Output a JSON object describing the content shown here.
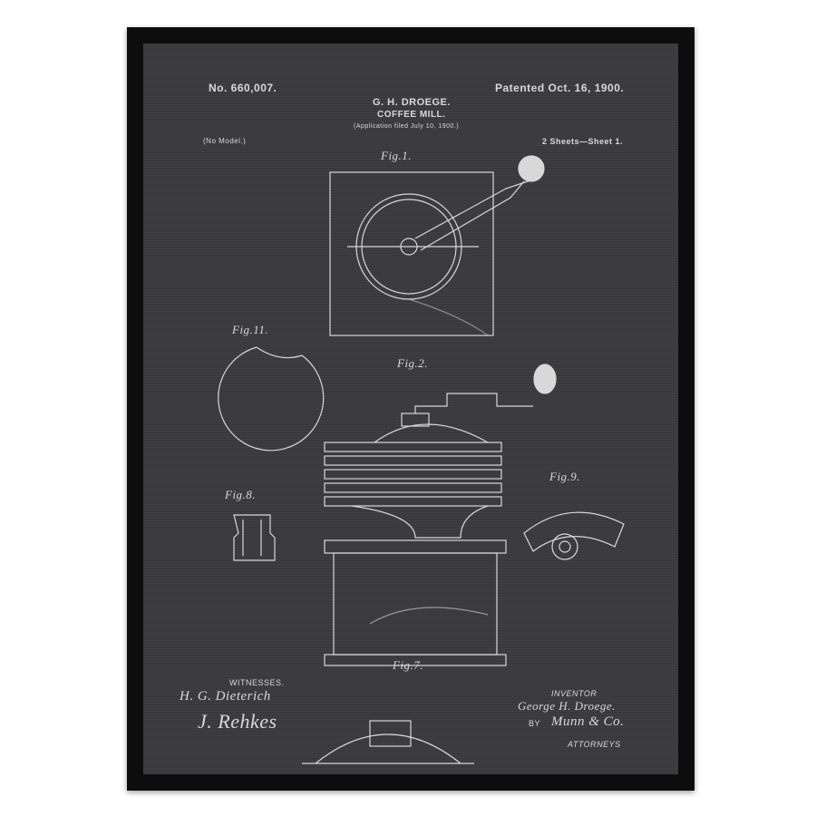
{
  "patent": {
    "number": "No. 660,007.",
    "date": "Patented Oct. 16, 1900.",
    "inventor_name": "G. H. DROEGE.",
    "title": "COFFEE MILL.",
    "application": "(Application filed July 10, 1900.)",
    "model": "(No Model.)",
    "sheets": "2 Sheets—Sheet 1."
  },
  "figures": [
    "Fig.1.",
    "Fig.11.",
    "Fig.2.",
    "Fig.8.",
    "Fig.9.",
    "Fig.7."
  ],
  "footer": {
    "witnesses_label": "WITNESSES.",
    "witness_signature_1": "H. G. Dieterich",
    "witness_signature_2": "J. Rehkes",
    "inventor_label": "INVENTOR",
    "inventor_signature": "George H. Droege.",
    "by_label": "BY",
    "attorney_signature": "Munn & Co.",
    "attorneys_label": "ATTORNEYS"
  }
}
